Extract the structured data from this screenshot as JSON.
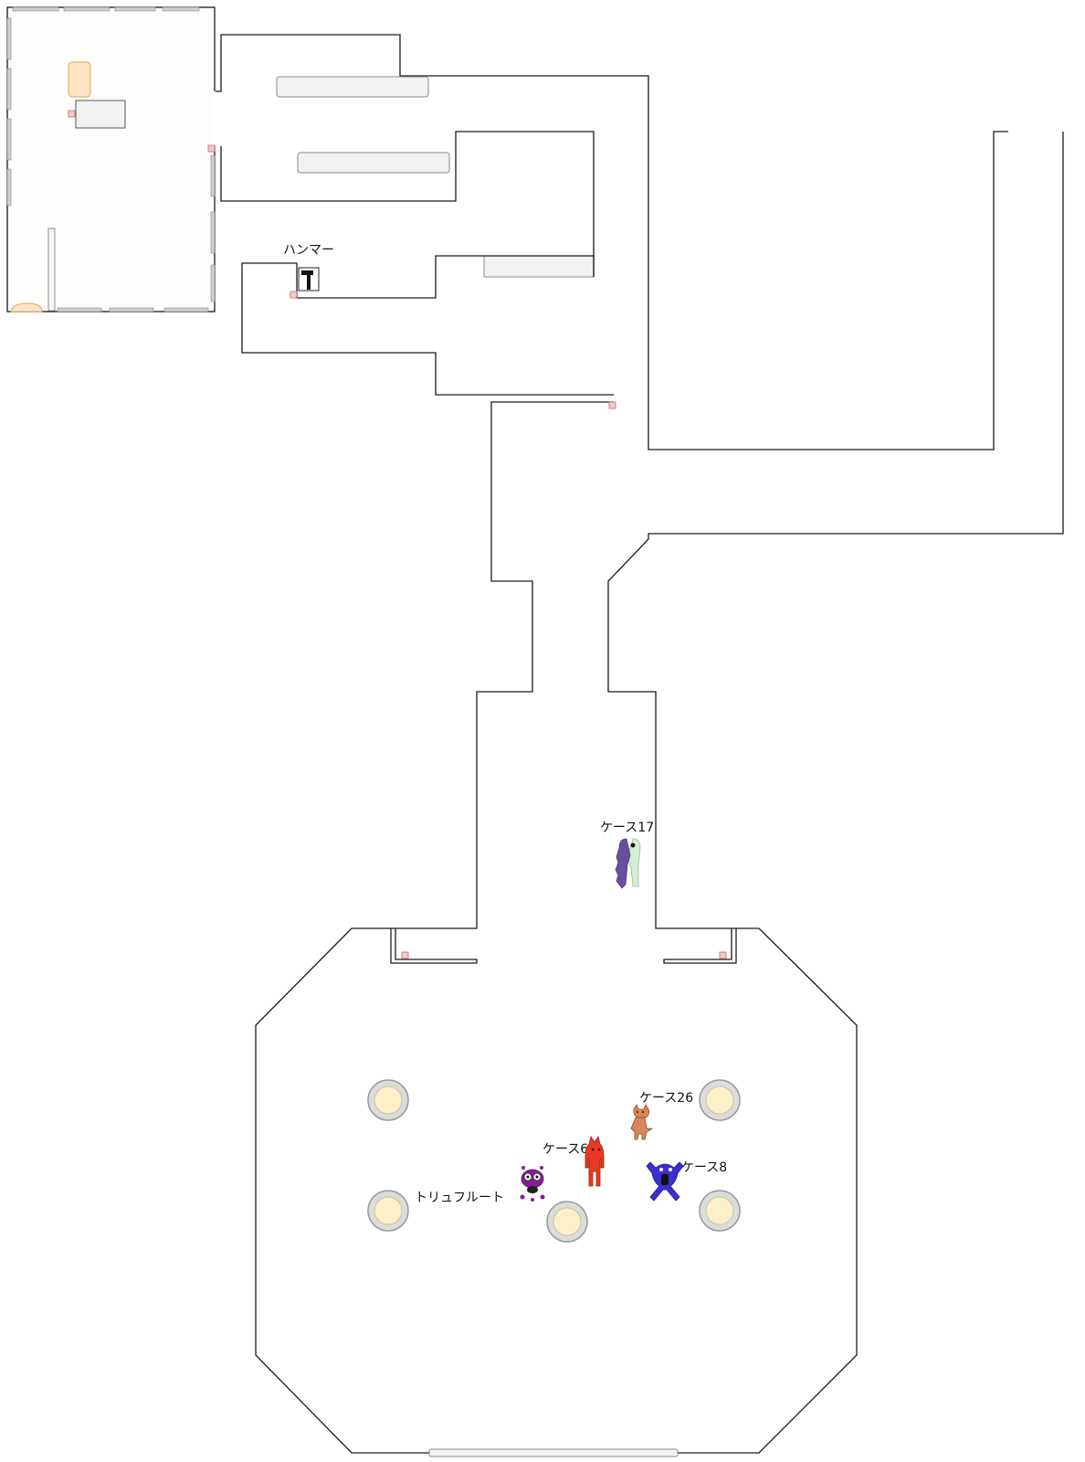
{
  "map": {
    "background": "#ffffff",
    "wall_color": "#1a1a1a",
    "door_color": "#f5c9c9"
  },
  "items": {
    "hammer": {
      "label": "ハンマー",
      "icon": "hammer-icon"
    }
  },
  "characters": {
    "case17": {
      "label": "ケース17",
      "icon": "case17-creature-icon",
      "colors": [
        "#6a4fa0",
        "#d6ecd6"
      ]
    },
    "case26": {
      "label": "ケース26",
      "icon": "case26-cat-icon",
      "color": "#d8875a"
    },
    "case6": {
      "label": "ケース6",
      "icon": "case6-red-demon-icon",
      "color": "#e63a25"
    },
    "case8": {
      "label": "ケース8",
      "icon": "case8-blue-creature-icon",
      "color": "#3a2fd0"
    },
    "truffle_flute": {
      "label": "トリュフルート",
      "icon": "truffle-flute-icon",
      "color": "#8a1a9c"
    }
  }
}
